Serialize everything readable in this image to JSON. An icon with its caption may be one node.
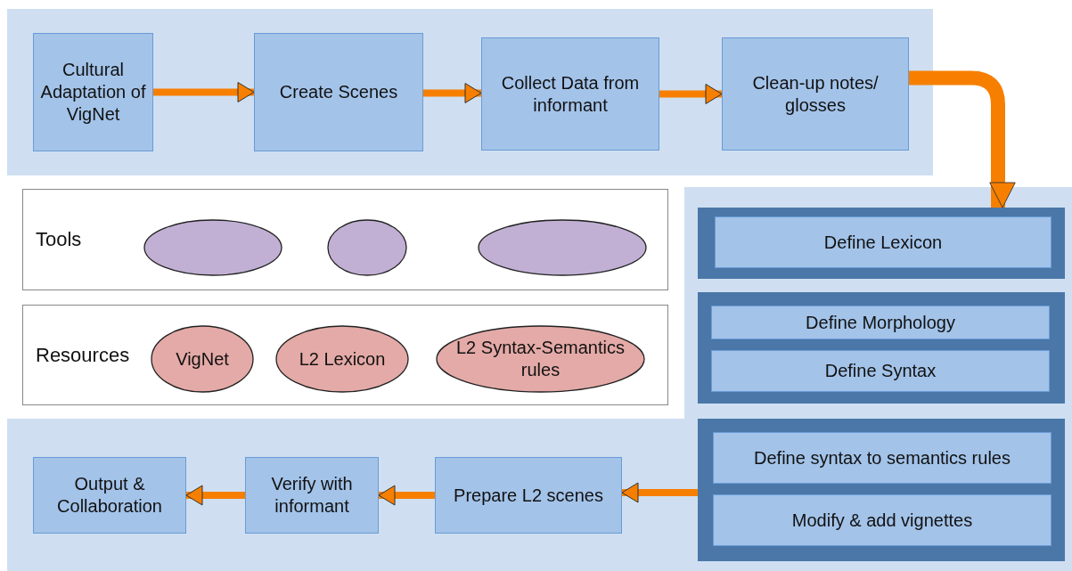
{
  "diagram": {
    "nodes": [
      {
        "text": [
          "Cultural Adaptation of VigNet"
        ]
      },
      {
        "text": [
          "Create Scenes"
        ]
      },
      {
        "text": [
          "Collect Data from informant"
        ]
      },
      {
        "text": [
          "Clean-up notes/ glosses"
        ]
      },
      {
        "text": [
          "Tools"
        ]
      },
      {
        "text": [],
        "shape": "ellipse",
        "in": 4
      },
      {
        "text": [],
        "shape": "ellipse",
        "in": 4
      },
      {
        "text": [],
        "shape": "ellipse",
        "in": 4
      },
      {
        "text": [
          "Resources"
        ]
      },
      {
        "text": [
          "VigNet"
        ],
        "in": 8
      },
      {
        "text": [
          "L2 Lexicon"
        ],
        "in": 8
      },
      {
        "text": [
          "L2 Syntax-Semantics rules"
        ],
        "in": 8
      },
      {
        "text": [],
        "shape": "box"
      },
      {
        "text": [
          "Define Lexicon"
        ],
        "in": 12
      },
      {
        "text": [],
        "shape": "box"
      },
      {
        "text": [
          "Define Morphology"
        ],
        "in": 14
      },
      {
        "text": [
          "Define Syntax"
        ],
        "in": 14
      },
      {
        "text": [],
        "shape": "box"
      },
      {
        "text": [
          "Define syntax to semantics rules"
        ],
        "in": 17
      },
      {
        "text": [
          "Modify & add vignettes"
        ],
        "in": 17
      },
      {
        "text": [
          "Prepare L2 scenes"
        ]
      },
      {
        "text": [
          "Verify with informant"
        ]
      },
      {
        "text": [
          "Output & Collaboration"
        ]
      }
    ],
    "edges": [
      {
        "from": 0,
        "to": 1,
        "arrow": "to"
      },
      {
        "from": 1,
        "to": 2,
        "arrow": "to"
      },
      {
        "from": 2,
        "to": 3,
        "arrow": "to"
      },
      {
        "from": 3,
        "to": 12,
        "arrow": "to",
        "style": "thick"
      },
      {
        "from": 17,
        "to": 20,
        "arrow": "to"
      },
      {
        "from": 20,
        "to": 21,
        "arrow": "to"
      },
      {
        "from": 21,
        "to": 22,
        "arrow": "to"
      }
    ]
  }
}
